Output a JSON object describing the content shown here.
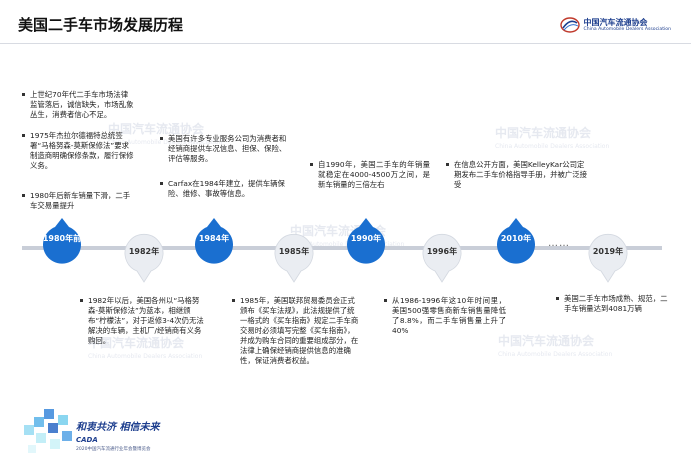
{
  "page_title": "美国二手车市场发展历程",
  "logo": {
    "name": "中国汽车流通协会",
    "name_en": "China Automobile Dealers Association"
  },
  "watermark": {
    "text": "中国汽车流通协会",
    "text_en": "China Automobile Dealers Association"
  },
  "timeline": {
    "markers": [
      {
        "label": "1980年前",
        "style": "blue",
        "direction": "up"
      },
      {
        "label": "1982年",
        "style": "gray",
        "direction": "down"
      },
      {
        "label": "1984年",
        "style": "blue",
        "direction": "up"
      },
      {
        "label": "1985年",
        "style": "gray",
        "direction": "down"
      },
      {
        "label": "1990年",
        "style": "blue",
        "direction": "up"
      },
      {
        "label": "1996年",
        "style": "gray",
        "direction": "down"
      },
      {
        "label": "2010年",
        "style": "blue",
        "direction": "up"
      },
      {
        "label": "2019年",
        "style": "gray",
        "direction": "down"
      }
    ],
    "ellipsis": "……"
  },
  "notes": {
    "before_1980": [
      "上世纪70年代二手车市场法律监管落后，诚信缺失，市场乱象丛生，消费者信心不足。",
      "1975年杰拉尔德福特总统签署“马格努森-莫斯保修法”要求制造商明确保修条款，履行保修义务。",
      "1980年后新车销量下滑，二手车交易量提升"
    ],
    "y1982": "1982年以后，美国各州以“马格努森-莫斯保修法”为蓝本，相继颁布“柠檬法”，对于返修3-4次仍无法解决的车辆，主机厂/经销商有义务购回。",
    "y1984": [
      "美国有许多专业服务公司为消费者和经销商提供车况信息、担保、保险、评估等服务。",
      "Carfax在1984年建立，提供车辆保险、维修、事故等信息。"
    ],
    "y1985": "1985年，美国联邦贸易委员会正式颁布《买车法规》，此法规提供了统一格式的《买车指南》规定二手车商交易时必须填写完整《买车指南》，并成为购车合同的重要组成部分，在法律上确保经销商提供信息的准确性，保证消费者权益。",
    "y1990": "自1990年，美国二手车的年销量就稳定在4000-4500万之间，是新车销量的三倍左右",
    "y1996": "从1986-1996年这10年时间里，美国500强零售商新车销售量降低了8.8%，而二手车销售量上升了40%",
    "y2010": "在信息公开方面，美国KelleyKar公司定期发布二手车价格指导手册，并被广泛接受",
    "y2019": "美国二手车市场成熟、规范，二手车销量达到4081万辆"
  },
  "footer_logo": {
    "slogan": "和衷共济 相信未来",
    "brand": "CADA",
    "subtitle": "2020中国汽车流通行业年会暨博览会"
  },
  "colors": {
    "accent_blue": "#1a6fd0",
    "marker_gray": "#eaedf2",
    "timeline": "#c9ced8"
  }
}
